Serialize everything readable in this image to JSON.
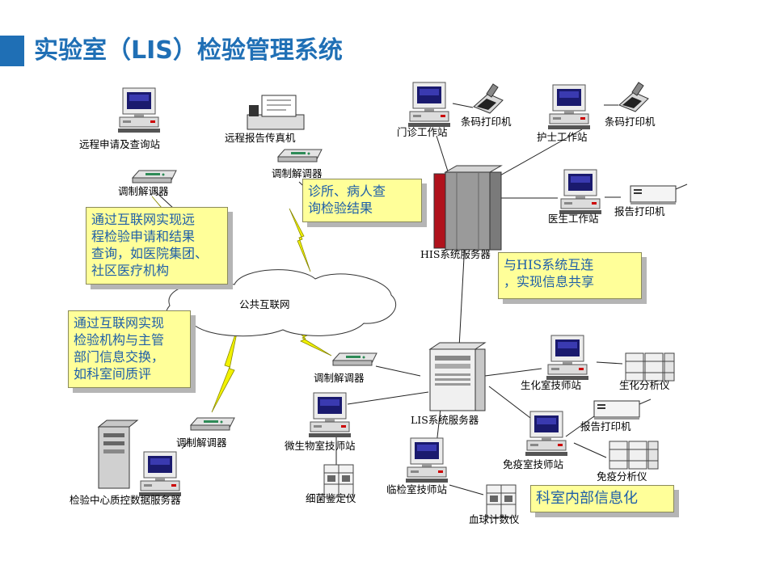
{
  "title": "实验室（LIS）检验管理系统",
  "labels": {
    "remote_query": "远程申请及查询站",
    "modem_1": "调制解调器",
    "remote_fax": "远程报告传真机",
    "modem_2": "调制解调器",
    "clinic_ws": "门诊工作站",
    "barcode_1": "条码打印机",
    "nurse_ws": "护士工作站",
    "barcode_2": "条码打印机",
    "doctor_ws": "医生工作站",
    "report_printer_1": "报告打印机",
    "his_server": "HIS系统服务器",
    "internet": "公共互联网",
    "modem_3": "调制解调器",
    "modem_4": "调制解调器",
    "lis_server": "LIS系统服务器",
    "biochem_ws": "生化室技师站",
    "biochem_analyzer": "生化分析仪",
    "report_printer_2": "报告打印机",
    "immuno_ws": "免疫室技师站",
    "immuno_analyzer": "免疫分析仪",
    "micro_ws": "微生物室技师站",
    "bacteria_id": "细菌鉴定仪",
    "clinical_ws": "临检室技师站",
    "blood_counter": "血球计数仪",
    "qc_server": "检验中心质控数据服务器"
  },
  "notes": {
    "remote": [
      "通过互联网实现远",
      "程检验申请和结果",
      "查询，如医院集团、",
      "社区医疗机构"
    ],
    "clinic": [
      "诊所、病人查",
      "询检验结果"
    ],
    "his": [
      "与HIS系统互连",
      "，实现信息共享"
    ],
    "exchange": [
      "通过互联网实现",
      "检验机构与主管",
      "部门信息交换，",
      "如科室间质评"
    ],
    "internal": [
      "科室内部信息化"
    ]
  },
  "colors": {
    "title": "#1f6fb5",
    "note_bg": "#ffff99",
    "note_text": "#1f5fa8",
    "lightning": "#f2f200"
  }
}
